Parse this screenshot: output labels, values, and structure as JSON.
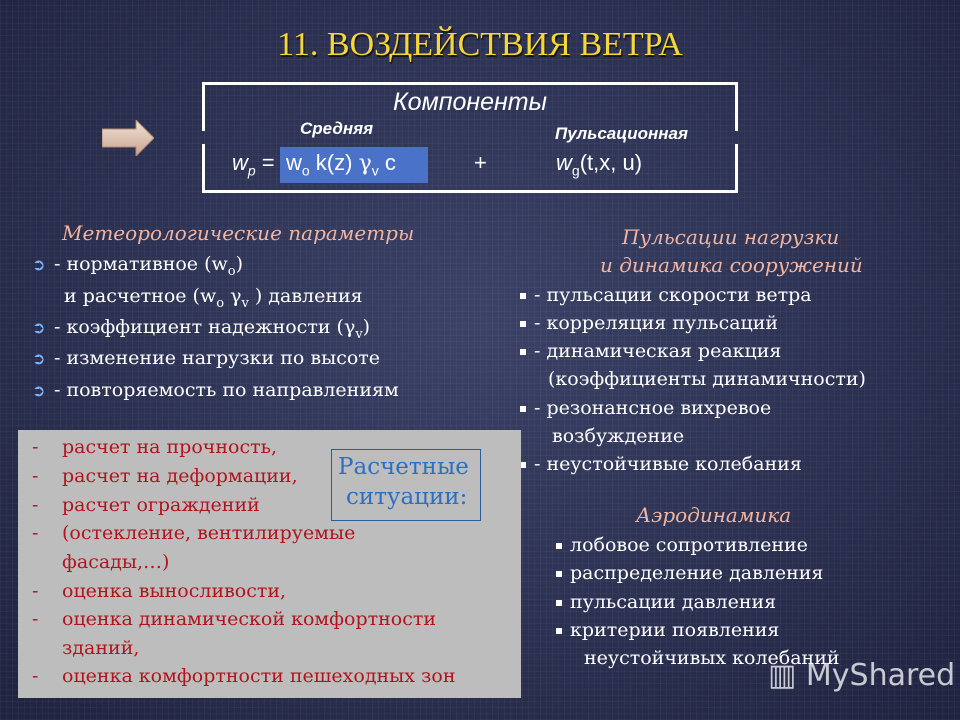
{
  "title": "11. ВОЗДЕЙСТВИЯ ВЕТРА",
  "components": {
    "title": "Компоненты",
    "mean_label": "Средняя",
    "pulse_label": "Пульсационная",
    "formula_left": "w",
    "formula_left_sub": "p",
    "formula_eq": " =",
    "formula_mean_a": "w",
    "formula_mean_a_sub": "o",
    "formula_mean_b": " k(z) ",
    "formula_mean_gamma": "γ",
    "formula_mean_gamma_sub": "v",
    "formula_mean_c": " c",
    "formula_plus": "+",
    "formula_pulse_a": "w",
    "formula_pulse_a_sub": "g",
    "formula_pulse_b": "(t,x, u)"
  },
  "meteo": {
    "header": "Метеорологические параметры",
    "items": [
      "- нормативное (w",
      "и расчетное (w",
      "- коэффициент надежности (",
      "- изменение нагрузки по высоте",
      "- повторяемость по направлениям"
    ],
    "sub_o": "o",
    "sub_v": "v",
    "gamma": "γ",
    "close_paren": ")",
    "tail_pressure": " ) давления"
  },
  "pulse": {
    "header_line1": "Пульсации нагрузки",
    "header_line2": "и динамика сооружений",
    "items": [
      "- пульсации скорости ветра",
      "- корреляция пульсаций",
      "- динамическая реакция",
      "(коэффициенты   динамичности)",
      "- резонансное вихревое",
      "возбуждение",
      "- неустойчивые колебания"
    ]
  },
  "aero": {
    "header": "Аэродинамика",
    "items": [
      "лобовое сопротивление",
      "распределение давления",
      "пульсации давления",
      "критерии появления",
      "неустойчивых колебаний"
    ]
  },
  "situations": {
    "label_line1": "Расчетные",
    "label_line2": "ситуации:",
    "dash": "-",
    "items": [
      "расчет на прочность,",
      "расчет на деформации,",
      "расчет ограждений",
      "(остекление, вентилируемые",
      "фасады,…)",
      "оценка выносливости,",
      "оценка динамической комфортности",
      "зданий,",
      "оценка комфортности пешеходных зон"
    ]
  },
  "watermark": "MyShared"
}
